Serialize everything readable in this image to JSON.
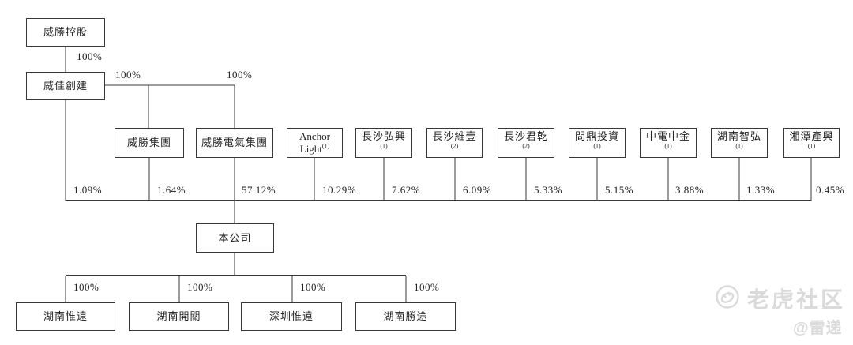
{
  "diagram": {
    "ultimate_parent": {
      "label": "威勝控股",
      "ownership_in_parent": "100%"
    },
    "parent": {
      "label": "威佳創建",
      "ownership_in_company": "1.09%"
    },
    "intermediate_shareholders": [
      {
        "label": "威勝集團",
        "sup": "",
        "ownership_from_parent": "100%",
        "ownership_in_company": "1.64%"
      },
      {
        "label": "威勝電氣集團",
        "sup": "",
        "ownership_from_parent": "100%",
        "ownership_in_company": "57.12%"
      },
      {
        "label": "Anchor Light",
        "sup": "(1)",
        "ownership_in_company": "10.29%"
      },
      {
        "label": "長沙弘興",
        "sup": "(1)",
        "ownership_in_company": "7.62%"
      },
      {
        "label": "長沙維壹",
        "sup": "(2)",
        "ownership_in_company": "6.09%"
      },
      {
        "label": "長沙君乾",
        "sup": "(2)",
        "ownership_in_company": "5.33%"
      },
      {
        "label": "問鼎投資",
        "sup": "(1)",
        "ownership_in_company": "5.15%"
      },
      {
        "label": "中電中金",
        "sup": "(1)",
        "ownership_in_company": "3.88%"
      },
      {
        "label": "湖南智弘",
        "sup": "(1)",
        "ownership_in_company": "1.33%"
      },
      {
        "label": "湘潭產興",
        "sup": "(1)",
        "ownership_in_company": "0.45%"
      }
    ],
    "company": {
      "label": "本公司"
    },
    "subsidiaries": [
      {
        "label": "湖南惟遠",
        "ownership": "100%"
      },
      {
        "label": "湖南開關",
        "ownership": "100%"
      },
      {
        "label": "深圳惟遠",
        "ownership": "100%"
      },
      {
        "label": "湖南勝途",
        "ownership": "100%"
      }
    ],
    "line_color": "#383838"
  },
  "watermark": {
    "brand": "老虎社区",
    "author": "@雷递",
    "logo": "tiger-face-icon",
    "color": "#dadada"
  }
}
